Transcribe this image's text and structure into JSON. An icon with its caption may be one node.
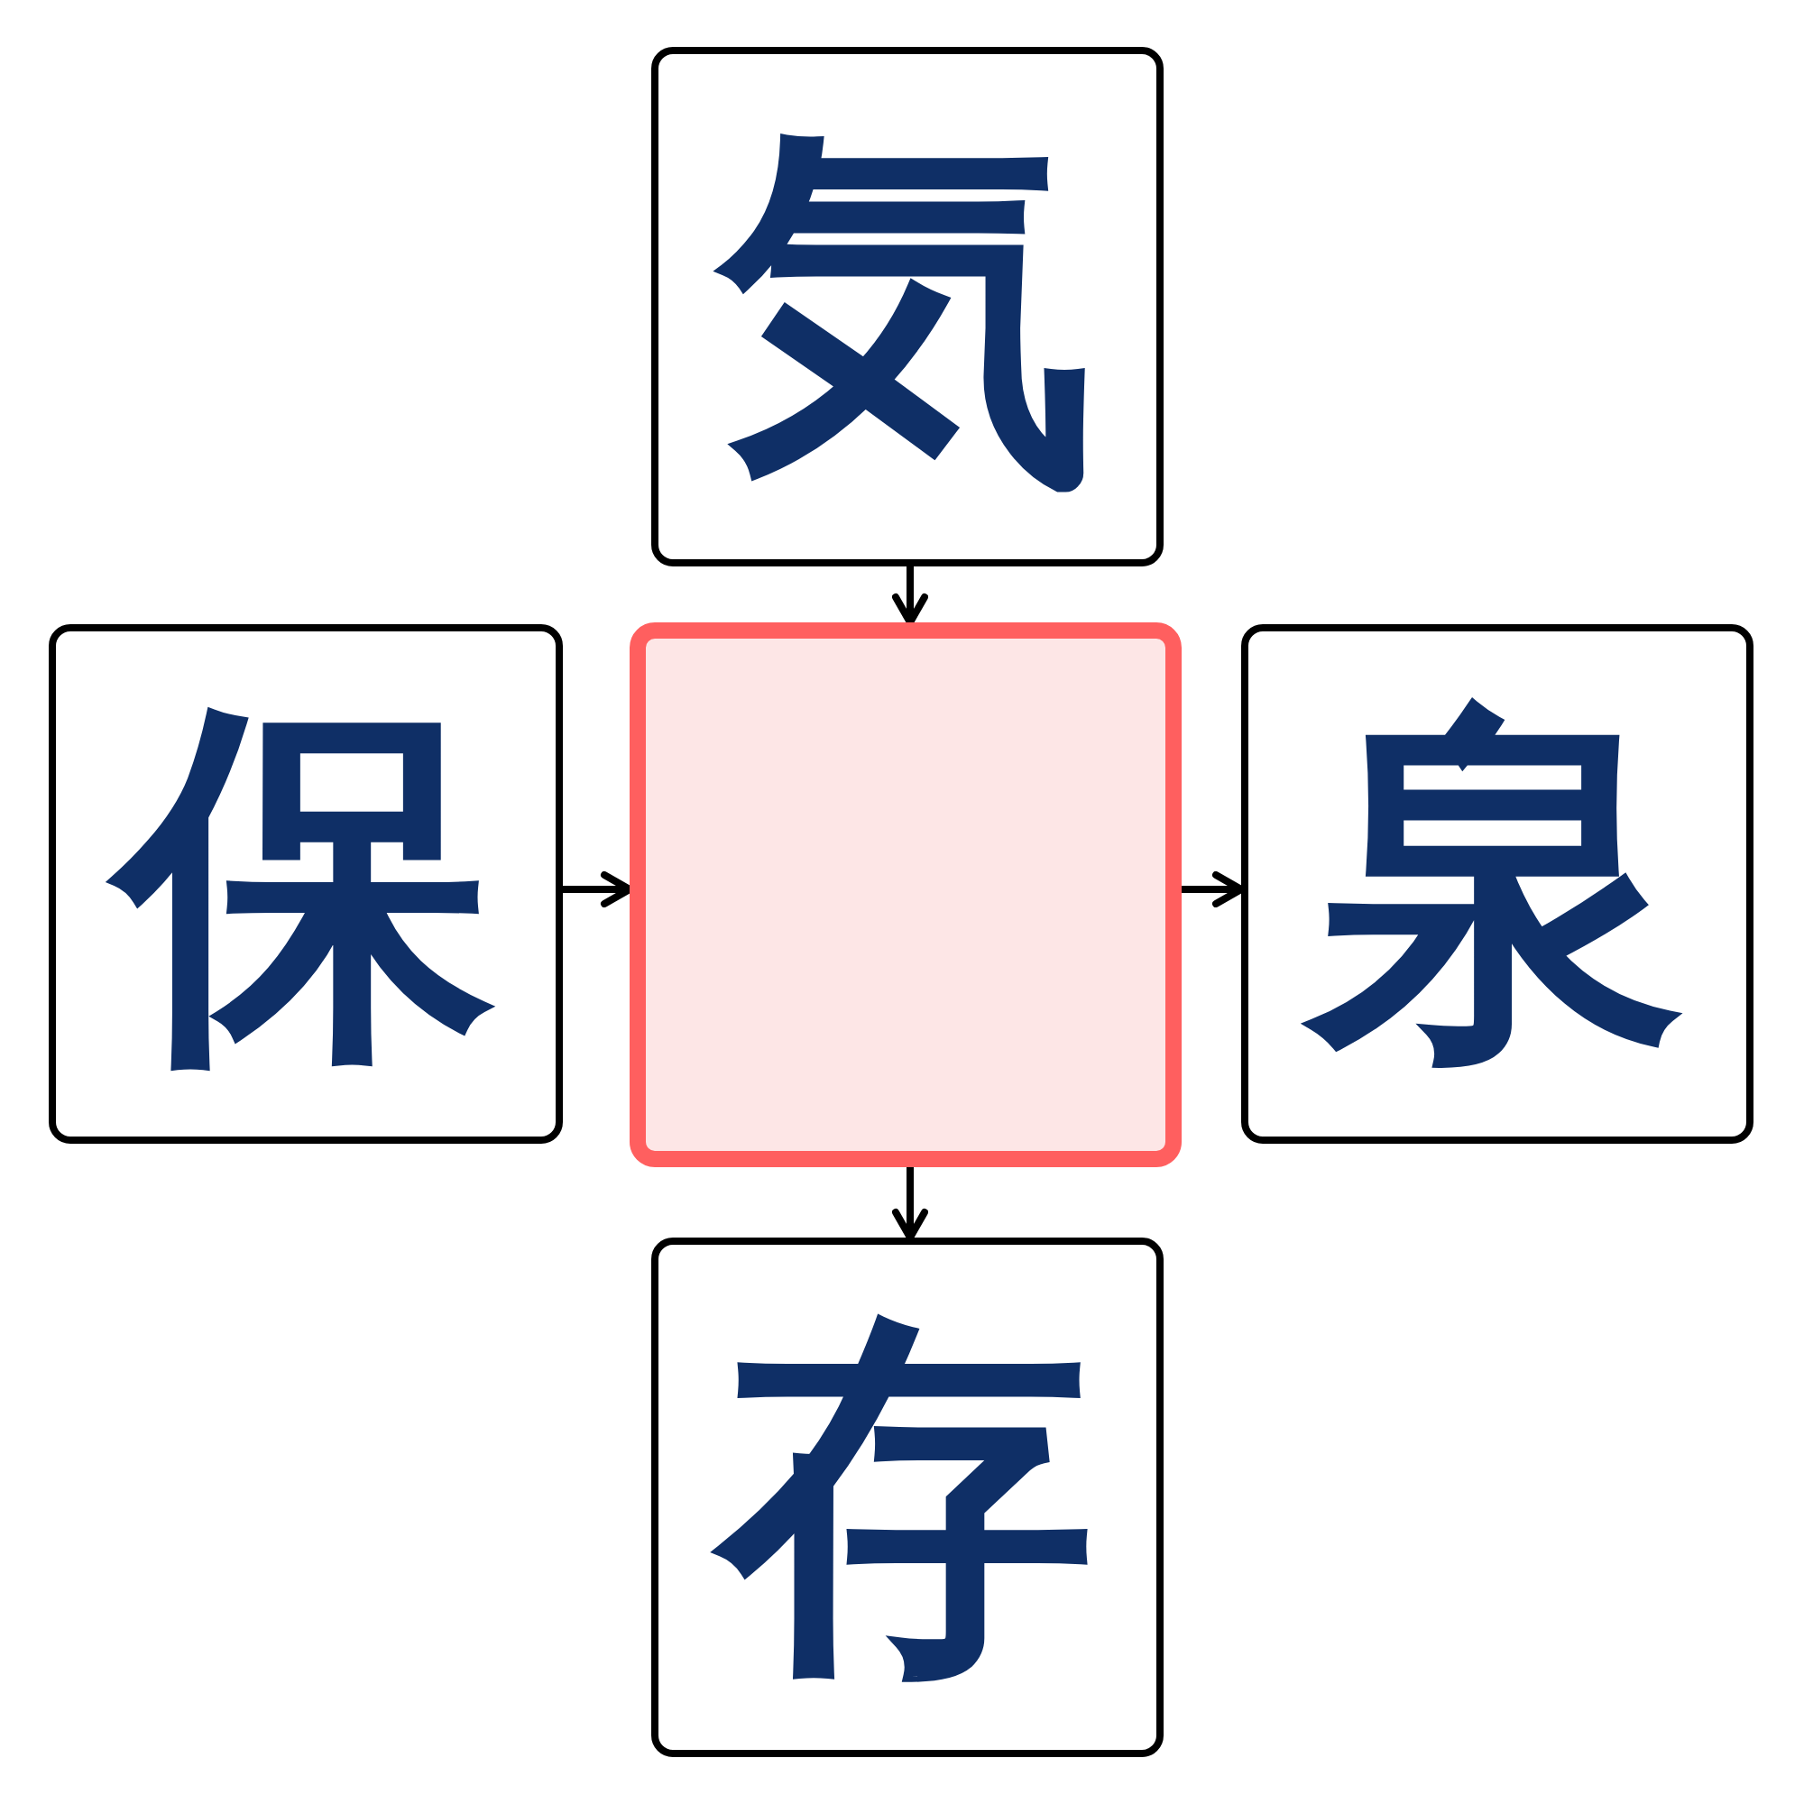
{
  "diagram": {
    "nodes": [
      {
        "text": [
          "気"
        ]
      },
      {
        "text": [
          "保"
        ]
      },
      {
        "text": [],
        "shape": "box"
      },
      {
        "text": [
          "泉"
        ]
      },
      {
        "text": [
          "存"
        ]
      }
    ],
    "edges": [
      {
        "from": 0,
        "to": 2,
        "arrow": "to"
      },
      {
        "from": 1,
        "to": 2,
        "arrow": "to"
      },
      {
        "from": 2,
        "to": 3,
        "arrow": "to"
      },
      {
        "from": 2,
        "to": 4,
        "arrow": "to"
      }
    ]
  }
}
